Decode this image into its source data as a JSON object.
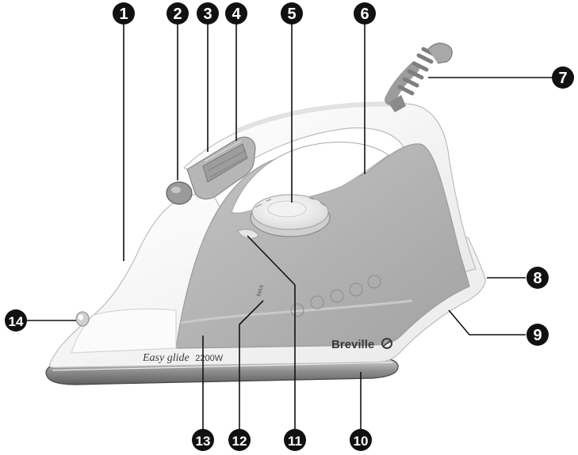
{
  "product": {
    "brand": "Breville",
    "model_line": "Easy glide",
    "wattage": "2200W",
    "max_mark": "MAX"
  },
  "colors": {
    "body_white": "#f7f7f7",
    "tank_grey": "#b3b3b3",
    "dark_grey": "#8a8a8a",
    "callout_fill": "#111111",
    "soleplate": "#9a9a9a"
  },
  "callouts": [
    {
      "number": "1"
    },
    {
      "number": "2"
    },
    {
      "number": "3"
    },
    {
      "number": "4"
    },
    {
      "number": "5"
    },
    {
      "number": "6"
    },
    {
      "number": "7"
    },
    {
      "number": "8"
    },
    {
      "number": "9"
    },
    {
      "number": "10"
    },
    {
      "number": "11"
    },
    {
      "number": "12"
    },
    {
      "number": "13"
    },
    {
      "number": "14"
    }
  ]
}
